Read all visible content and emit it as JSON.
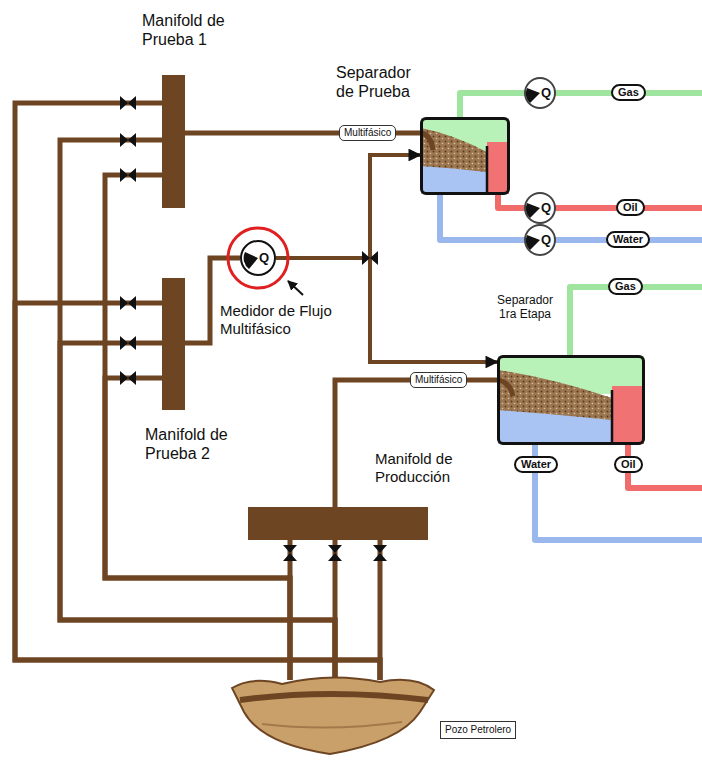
{
  "diagram": {
    "nodes": [
      {
        "text": [
          "Manifold de Prueba 1"
        ]
      },
      {
        "text": [
          "Separador de Prueba"
        ]
      },
      {
        "text": [
          "Q",
          "Medidor de Flujo Multifásico"
        ]
      },
      {
        "text": [
          "Separador 1ra Etapa"
        ]
      },
      {
        "text": [
          "Manifold de Prueba 2"
        ]
      },
      {
        "text": [
          "Manifold de Producción"
        ]
      },
      {
        "text": [
          "Pozo Petrolero"
        ]
      }
    ],
    "edges": [
      {
        "from": 6,
        "to": 0,
        "arrow": "none"
      },
      {
        "from": 6,
        "to": 0,
        "arrow": "none"
      },
      {
        "from": 6,
        "to": 0,
        "arrow": "none"
      },
      {
        "from": 6,
        "to": 4,
        "arrow": "none"
      },
      {
        "from": 6,
        "to": 4,
        "arrow": "none"
      },
      {
        "from": 6,
        "to": 4,
        "arrow": "none"
      },
      {
        "from": 6,
        "to": 5,
        "arrow": "none"
      },
      {
        "from": 6,
        "to": 5,
        "arrow": "none"
      },
      {
        "from": 6,
        "to": 5,
        "arrow": "none"
      },
      {
        "from": 0,
        "to": 1,
        "arrow": "none"
      },
      {
        "from": 4,
        "to": 2,
        "arrow": "none"
      },
      {
        "from": 2,
        "to": 1,
        "arrow": "to"
      },
      {
        "from": 2,
        "to": 3,
        "arrow": "to"
      },
      {
        "from": 5,
        "to": 3,
        "arrow": "none"
      }
    ],
    "labels": [
      "Multifásico",
      "Q",
      "Gas",
      "Q",
      "Oil",
      "Q",
      "Water",
      "Gas",
      "Multifásico",
      "Water",
      "Oil"
    ]
  }
}
